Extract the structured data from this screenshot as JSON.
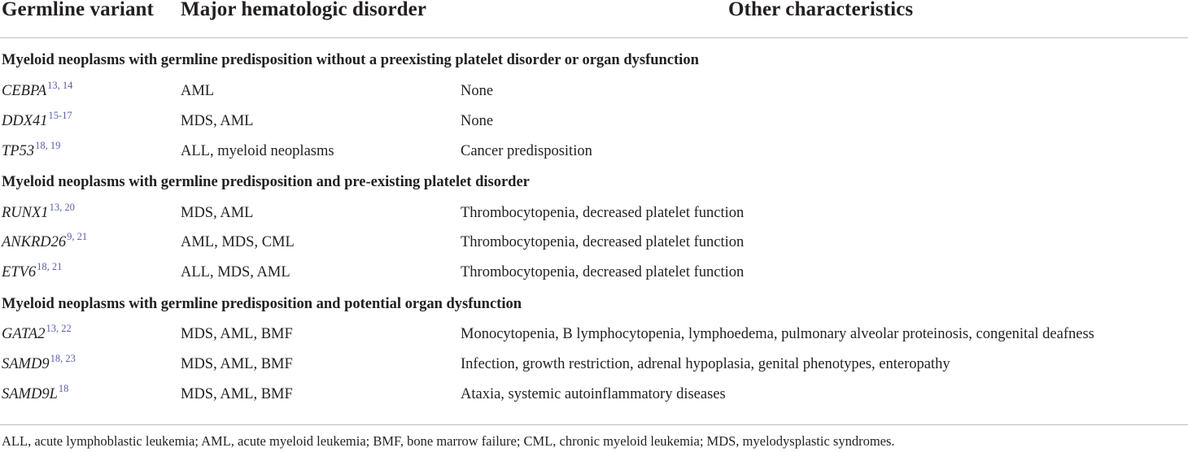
{
  "table": {
    "headers": [
      "Germline variant",
      "Major hematologic disorder",
      "Other characteristics"
    ],
    "sections": [
      {
        "title": "Myeloid neoplasms with germline predisposition without a preexisting platelet disorder or organ dysfunction",
        "rows": [
          {
            "gene": "CEBPA",
            "refs": "13, 14",
            "disorder": "AML",
            "other": "None"
          },
          {
            "gene": "DDX41",
            "refs": "15-17",
            "disorder": "MDS, AML",
            "other": "None"
          },
          {
            "gene": "TP53",
            "refs": "18, 19",
            "disorder": "ALL, myeloid neoplasms",
            "other": "Cancer predisposition"
          }
        ]
      },
      {
        "title": "Myeloid neoplasms with germline predisposition and pre-existing platelet disorder",
        "rows": [
          {
            "gene": "RUNX1",
            "refs": "13, 20",
            "disorder": "MDS, AML",
            "other": "Thrombocytopenia, decreased platelet function"
          },
          {
            "gene": "ANKRD26",
            "refs": "9, 21",
            "disorder": "AML, MDS, CML",
            "other": "Thrombocytopenia, decreased platelet function"
          },
          {
            "gene": "ETV6",
            "refs": "18, 21",
            "disorder": "ALL, MDS, AML",
            "other": "Thrombocytopenia, decreased platelet function"
          }
        ]
      },
      {
        "title": "Myeloid neoplasms with germline predisposition and potential organ dysfunction",
        "rows": [
          {
            "gene": "GATA2",
            "refs": "13, 22",
            "disorder": "MDS, AML, BMF",
            "other": "Monocytopenia, B lymphocytopenia, lymphoedema, pulmonary alveolar proteinosis, congenital deafness"
          },
          {
            "gene": "SAMD9",
            "refs": "18, 23",
            "disorder": "MDS, AML, BMF",
            "other": "Infection, growth restriction, adrenal hypoplasia, genital phenotypes, enteropathy"
          },
          {
            "gene": "SAMD9L",
            "refs": "18",
            "disorder": "MDS, AML, BMF",
            "other": "Ataxia, systemic autoinflammatory diseases"
          }
        ]
      }
    ],
    "footnote": "ALL, acute lymphoblastic leukemia; AML, acute myeloid leukemia; BMF, bone marrow failure; CML, chronic myeloid leukemia; MDS, myelodysplastic syndromes."
  },
  "colors": {
    "text": "#231f20",
    "reference": "#5b5fa8",
    "rule": "#bdbdbd"
  }
}
